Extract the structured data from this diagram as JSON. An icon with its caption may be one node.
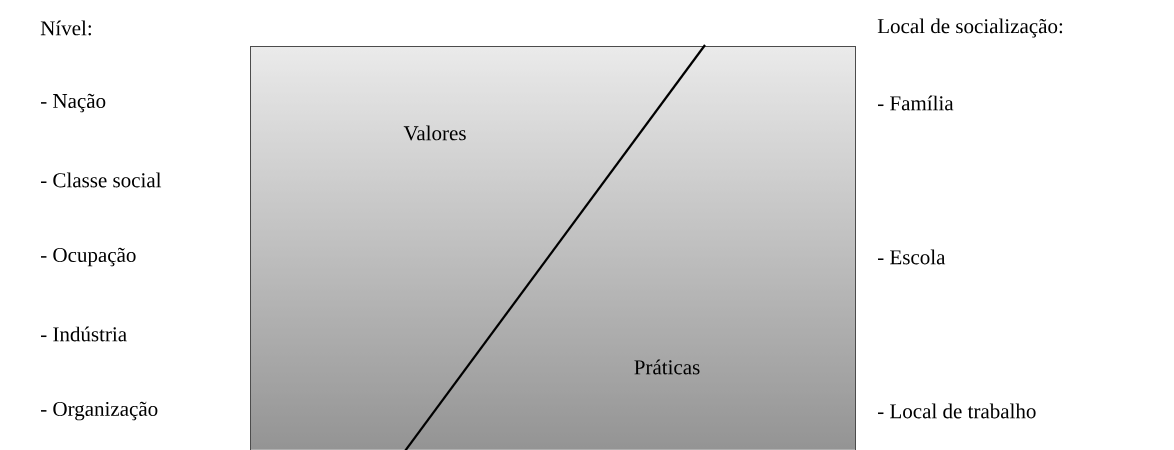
{
  "diagram": {
    "nodes": [
      {
        "text": [
          "Valores",
          "Práticas"
        ]
      }
    ],
    "edges": [],
    "labels": [
      "Nível:",
      "Local de socialização:",
      "- Nação",
      "- Família",
      "- Classe social",
      "- Ocupação",
      "- Escola",
      "- Indústria",
      "- Organização",
      "- Local de trabalho"
    ]
  }
}
